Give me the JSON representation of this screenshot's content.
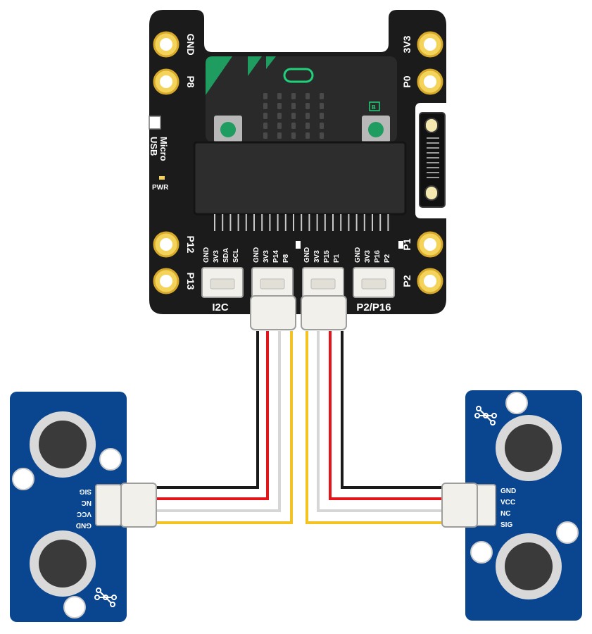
{
  "board": {
    "pads_left": [
      "GND",
      "P8",
      "P12",
      "P13"
    ],
    "pads_right": [
      "3V3",
      "P0",
      "P1",
      "P2"
    ],
    "usb_label_line1": "Micro",
    "usb_label_line2": "USB",
    "pwr_label": "PWR",
    "button_b_label": "B",
    "connectors": [
      {
        "pins": [
          "GND",
          "3V3",
          "SDA",
          "SCL"
        ],
        "label": "I2C"
      },
      {
        "pins": [
          "GND",
          "3V3",
          "P14",
          "P8"
        ],
        "label": ""
      },
      {
        "pins": [
          "GND",
          "3V3",
          "P15",
          "P1"
        ],
        "label": ""
      },
      {
        "pins": [
          "GND",
          "3V3",
          "P16",
          "P2"
        ],
        "label": "P2/P16"
      }
    ]
  },
  "sensor_left": {
    "pins": [
      "SIG",
      "NC",
      "VCC",
      "GND"
    ]
  },
  "sensor_right": {
    "pins": [
      "GND",
      "VCC",
      "NC",
      "SIG"
    ]
  },
  "wire_colors": {
    "gnd": "#1a1a1a",
    "vcc": "#e3151b",
    "nc": "#d6d6d6",
    "sig": "#f2c322"
  },
  "colors": {
    "board": "#1b1b1b",
    "pad_gold": "#f4d35a",
    "microbit_green": "#1f9c5f",
    "sensor_blue": "#0a4590",
    "connector": "#f1f0ea"
  }
}
